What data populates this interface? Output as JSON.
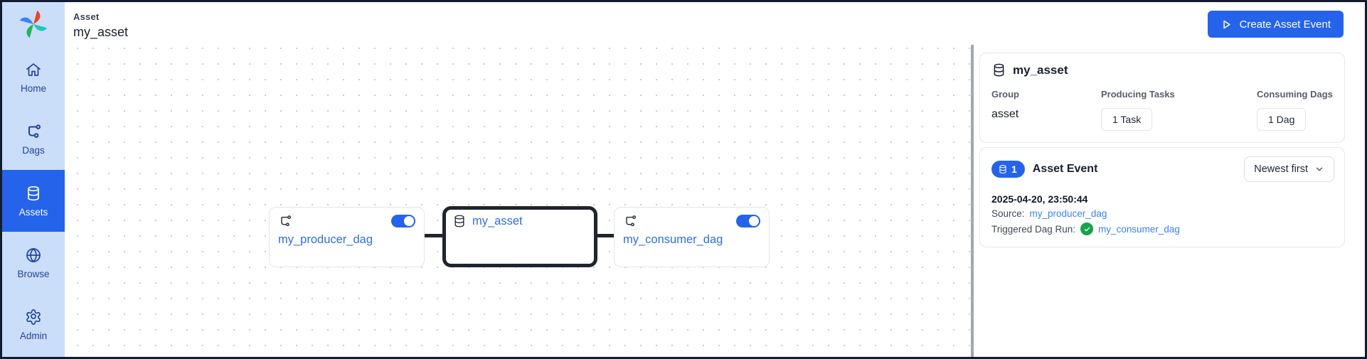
{
  "app": {
    "name": "Airflow"
  },
  "sidebar": {
    "items": [
      {
        "label": "Home",
        "icon": "home-icon",
        "active": false
      },
      {
        "label": "Dags",
        "icon": "dag-icon",
        "active": false
      },
      {
        "label": "Assets",
        "icon": "database-icon",
        "active": true
      },
      {
        "label": "Browse",
        "icon": "globe-icon",
        "active": false
      },
      {
        "label": "Admin",
        "icon": "gear-icon",
        "active": false
      }
    ]
  },
  "header": {
    "breadcrumb": "Asset",
    "title": "my_asset",
    "create_button_label": "Create Asset Event"
  },
  "graph": {
    "nodes": [
      {
        "id": "producer",
        "label": "my_producer_dag",
        "type": "dag",
        "toggle": "on",
        "selected": false
      },
      {
        "id": "asset",
        "label": "my_asset",
        "type": "asset",
        "selected": true
      },
      {
        "id": "consumer",
        "label": "my_consumer_dag",
        "type": "dag",
        "toggle": "on",
        "selected": false
      }
    ],
    "edges": [
      {
        "from": "producer",
        "to": "asset"
      },
      {
        "from": "asset",
        "to": "consumer"
      }
    ]
  },
  "panel": {
    "asset_card": {
      "title": "my_asset",
      "columns": [
        {
          "label": "Group",
          "value": "asset",
          "value_type": "text"
        },
        {
          "label": "Producing Tasks",
          "value": "1 Task",
          "value_type": "button"
        },
        {
          "label": "Consuming Dags",
          "value": "1 Dag",
          "value_type": "button"
        }
      ]
    },
    "events_card": {
      "count": "1",
      "title": "Asset Event",
      "sort_selected": "Newest first",
      "event": {
        "timestamp": "2025-04-20, 23:50:44",
        "source_label": "Source:",
        "source_link": "my_producer_dag",
        "triggered_label": "Triggered Dag Run:",
        "triggered_status": "success",
        "triggered_link": "my_consumer_dag"
      }
    }
  },
  "colors": {
    "accent_blue": "#2563eb",
    "link_blue": "#3b82f6",
    "node_link_blue": "#2e6de5",
    "sidebar_bg": "#cbdef9",
    "sidebar_text": "#23429c",
    "success_green": "#16a34a",
    "edge_dark": "#20242e",
    "frame_border": "#141b2e"
  }
}
